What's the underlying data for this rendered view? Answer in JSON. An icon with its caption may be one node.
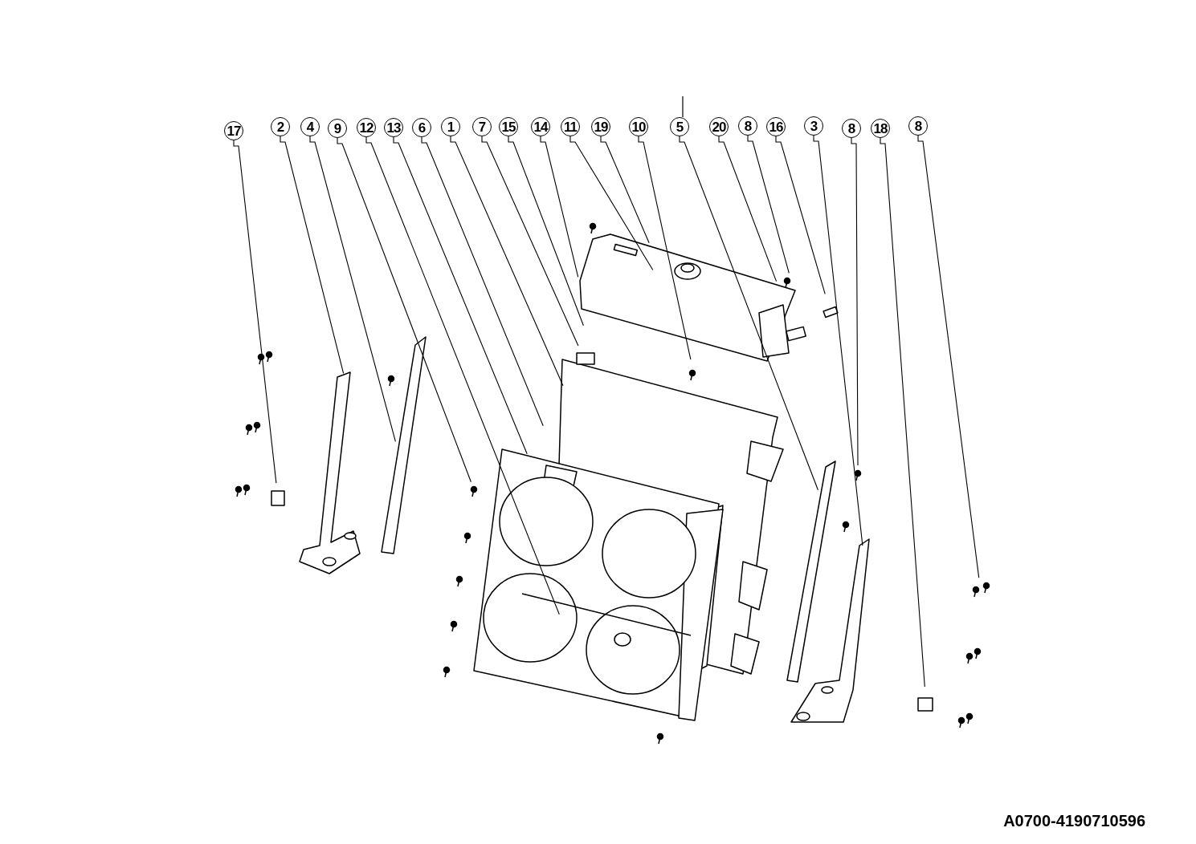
{
  "diagram": {
    "nodes": [
      {
        "text": [
          "17"
        ]
      },
      {
        "text": [
          "2"
        ]
      },
      {
        "text": [
          "4"
        ]
      },
      {
        "text": [
          "9"
        ]
      },
      {
        "text": [
          "12"
        ]
      },
      {
        "text": [
          "13"
        ]
      },
      {
        "text": [
          "6"
        ]
      },
      {
        "text": [
          "1"
        ]
      },
      {
        "text": [
          "7"
        ]
      },
      {
        "text": [
          "15"
        ]
      },
      {
        "text": [
          "14"
        ]
      },
      {
        "text": [
          "11"
        ]
      },
      {
        "text": [
          "19"
        ]
      },
      {
        "text": [
          "10"
        ]
      },
      {
        "text": [
          "5"
        ]
      },
      {
        "text": [
          "20"
        ]
      },
      {
        "text": [
          "8"
        ]
      },
      {
        "text": [
          "16"
        ]
      },
      {
        "text": [
          "3"
        ]
      },
      {
        "text": [
          "8"
        ]
      },
      {
        "text": [
          "18"
        ]
      },
      {
        "text": [
          "8"
        ]
      }
    ],
    "edges": [
      {
        "from": 0,
        "to": null,
        "arrow": "none"
      },
      {
        "from": 1,
        "to": null,
        "arrow": "none"
      },
      {
        "from": 2,
        "to": null,
        "arrow": "none"
      },
      {
        "from": 3,
        "to": null,
        "arrow": "none"
      },
      {
        "from": 4,
        "to": null,
        "arrow": "none"
      },
      {
        "from": 5,
        "to": null,
        "arrow": "none"
      },
      {
        "from": 6,
        "to": null,
        "arrow": "none"
      },
      {
        "from": 7,
        "to": null,
        "arrow": "none"
      },
      {
        "from": 8,
        "to": null,
        "arrow": "none"
      },
      {
        "from": 9,
        "to": null,
        "arrow": "none"
      },
      {
        "from": 10,
        "to": null,
        "arrow": "none"
      },
      {
        "from": 11,
        "to": null,
        "arrow": "none"
      },
      {
        "from": 12,
        "to": null,
        "arrow": "none"
      },
      {
        "from": 13,
        "to": null,
        "arrow": "none"
      },
      {
        "from": 14,
        "to": null,
        "arrow": "none"
      },
      {
        "from": 15,
        "to": null,
        "arrow": "none"
      },
      {
        "from": 16,
        "to": null,
        "arrow": "none"
      },
      {
        "from": 17,
        "to": null,
        "arrow": "none"
      },
      {
        "from": 18,
        "to": null,
        "arrow": "none"
      },
      {
        "from": 19,
        "to": null,
        "arrow": "none"
      },
      {
        "from": 20,
        "to": null,
        "arrow": "none"
      },
      {
        "from": 21,
        "to": null,
        "arrow": "none"
      }
    ],
    "labels": [
      "A0700-4190710596"
    ]
  }
}
